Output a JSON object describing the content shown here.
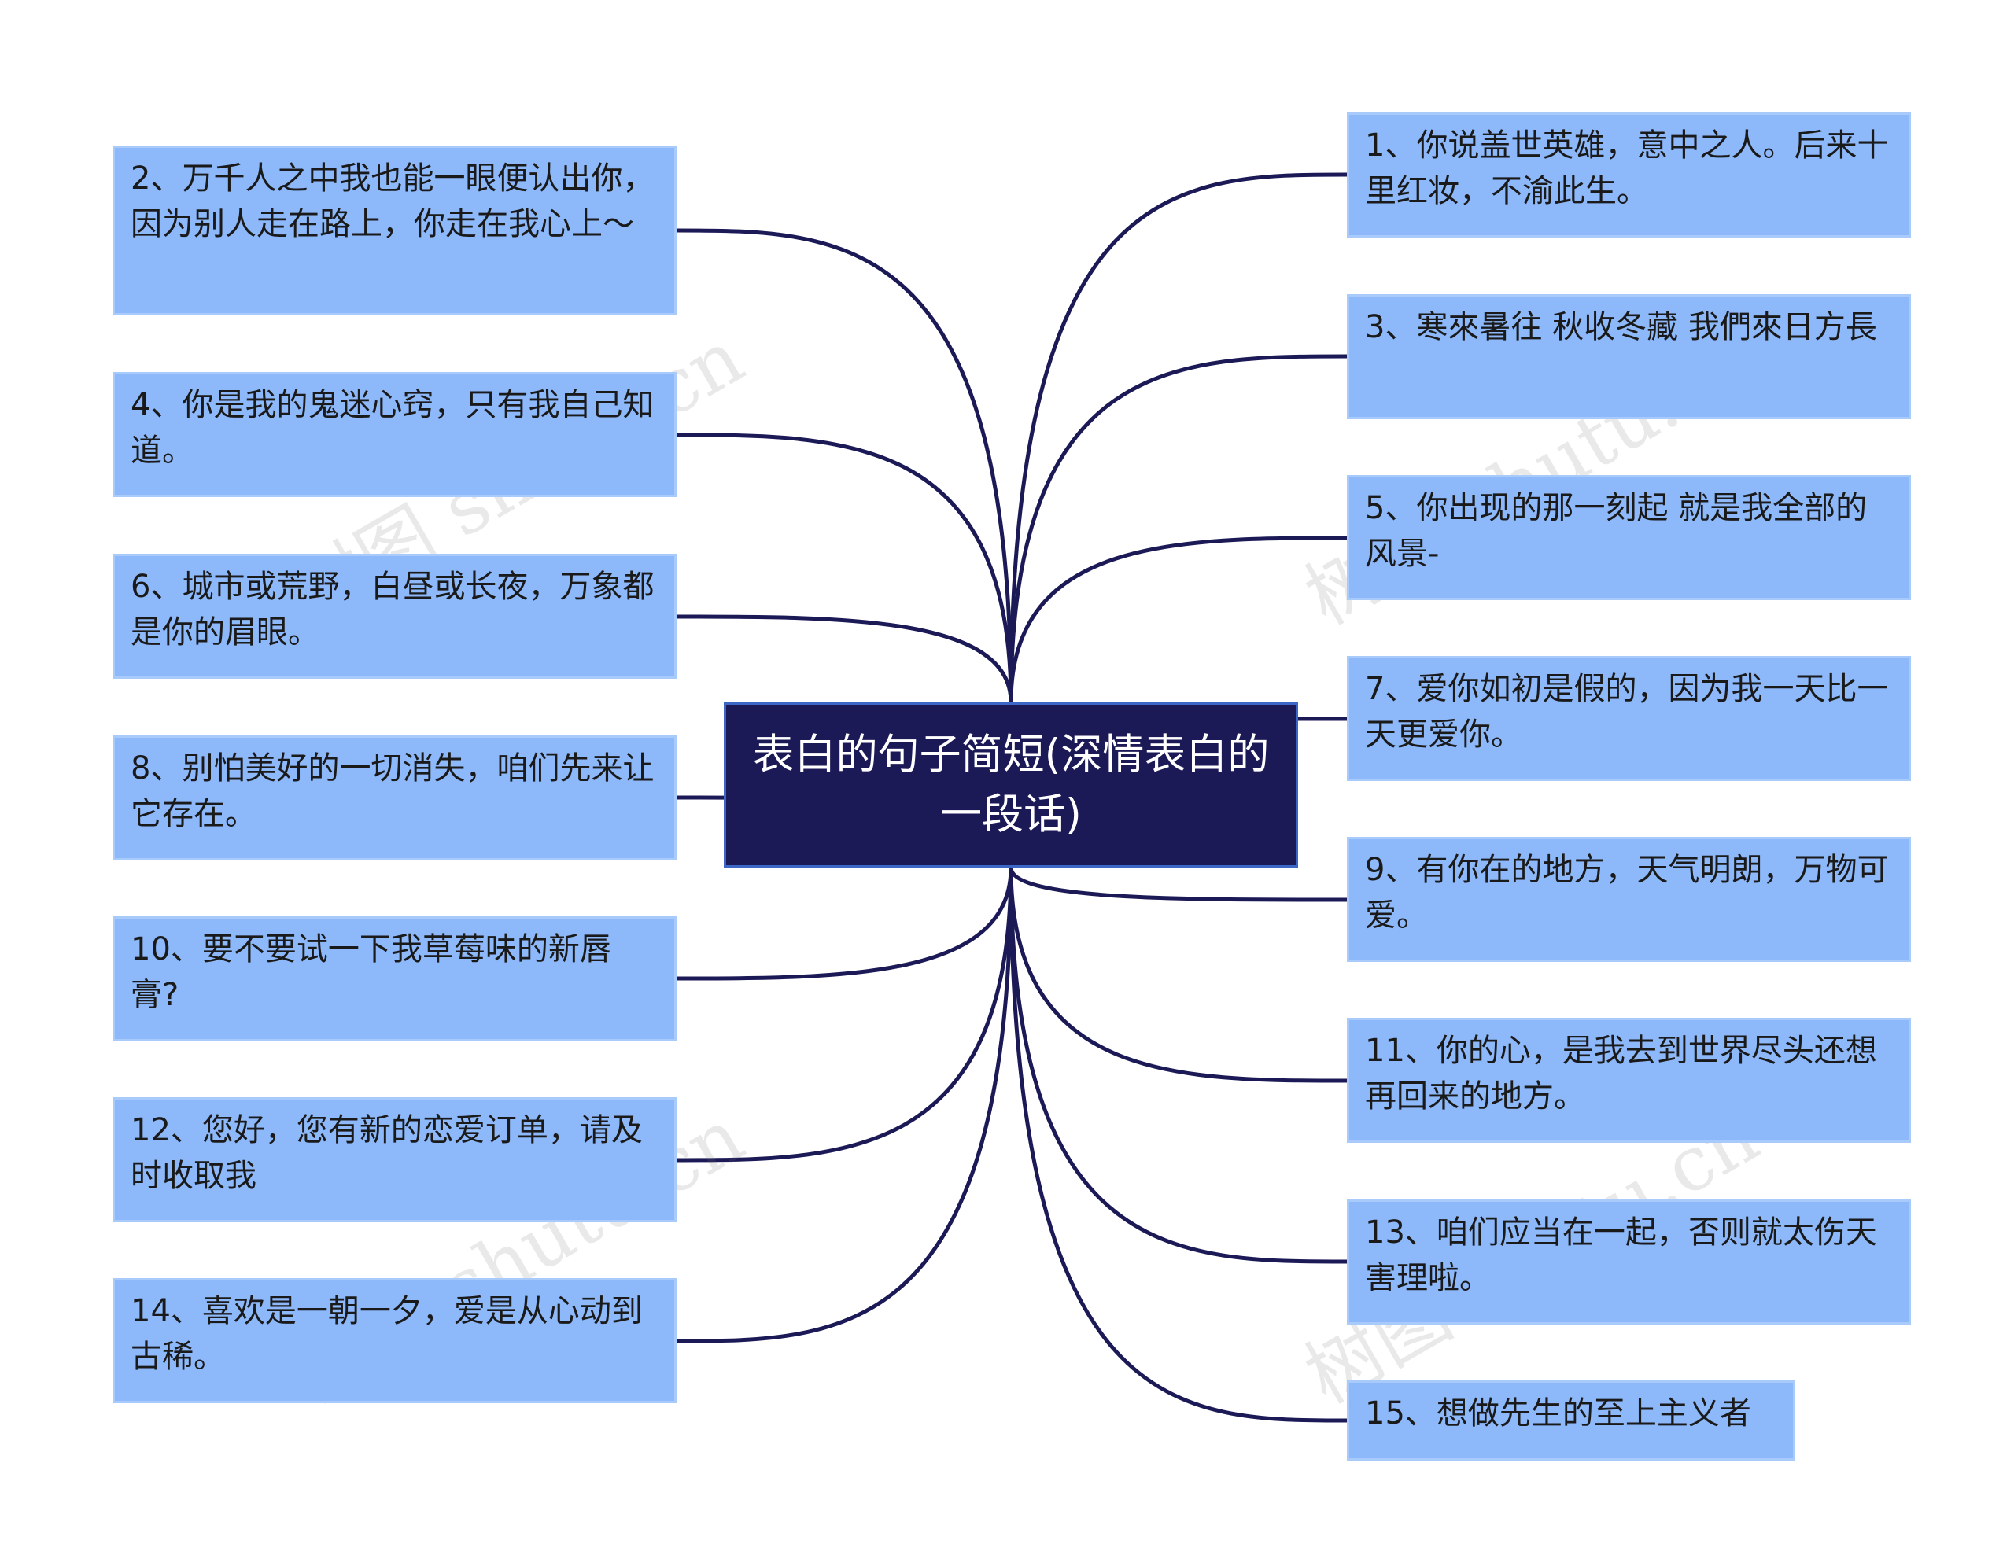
{
  "center": {
    "label": "表白的句子简短(深情表白的一段话)"
  },
  "colors": {
    "center_bg": "#1c1a56",
    "node_bg": "#8db8f9",
    "line": "#1c1a56"
  },
  "watermark": "树图 shutu.cn",
  "left_nodes": [
    {
      "text": "2、万千人之中我也能一眼便认出你，因为别人走在路上，你走在我心上～"
    },
    {
      "text": "4、你是我的鬼迷心窍，只有我自己知道。"
    },
    {
      "text": "6、城市或荒野，白昼或长夜，万象都是你的眉眼。"
    },
    {
      "text": "8、别怕美好的一切消失，咱们先来让它存在。"
    },
    {
      "text": "10、要不要试一下我草莓味的新唇膏?"
    },
    {
      "text": "12、您好，您有新的恋爱订单，请及时收取我"
    },
    {
      "text": "14、喜欢是一朝一夕，爱是从心动到古稀。"
    }
  ],
  "right_nodes": [
    {
      "text": "1、你说盖世英雄，意中之人。后来十里红妆，不渝此生。"
    },
    {
      "text": "3、寒來暑往 秋收冬藏 我們來日方長"
    },
    {
      "text": "5、你出现的那一刻起 就是我全部的风景-"
    },
    {
      "text": "7、爱你如初是假的，因为我一天比一天更爱你。"
    },
    {
      "text": "9、有你在的地方，天气明朗，万物可爱。"
    },
    {
      "text": "11、你的心，是我去到世界尽头还想再回来的地方。"
    },
    {
      "text": "13、咱们应当在一起，否则就太伤天害理啦。"
    },
    {
      "text": "15、想做先生的至上主义者"
    }
  ]
}
